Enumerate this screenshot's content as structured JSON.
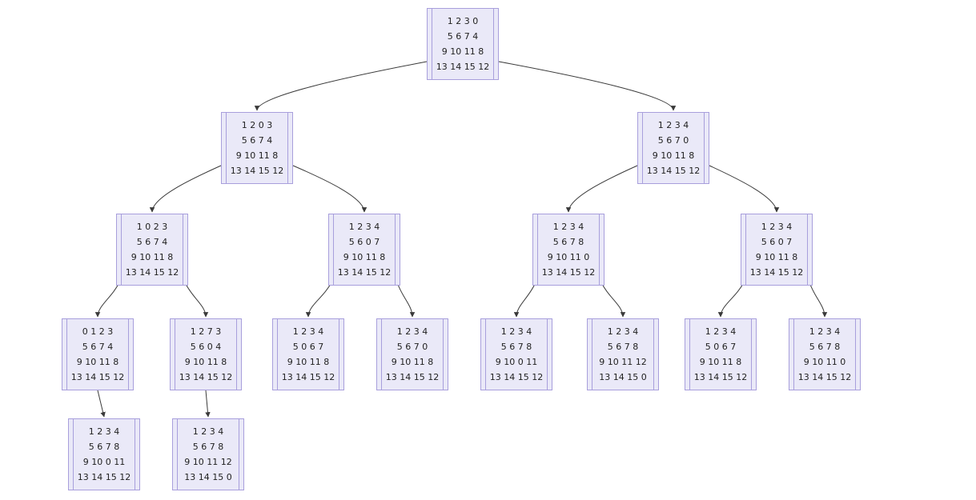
{
  "colors": {
    "background": "#ffffff",
    "node_fill": "#eae9f8",
    "node_border": "#a89fdc",
    "edge": "#3a3a3a",
    "text": "#1f1f1f"
  },
  "nodes": [
    {
      "id": "root",
      "rows": [
        "1 2 3 0",
        "5 6 7 4",
        "9 10 11 8",
        "13 14 15 12"
      ]
    },
    {
      "id": "L",
      "rows": [
        "1 2 0 3",
        "5 6 7 4",
        "9 10 11 8",
        "13 14 15 12"
      ]
    },
    {
      "id": "R",
      "rows": [
        "1 2 3 4",
        "5 6 7 0",
        "9 10 11 8",
        "13 14 15 12"
      ]
    },
    {
      "id": "LL",
      "rows": [
        "1 0 2 3",
        "5 6 7 4",
        "9 10 11 8",
        "13 14 15 12"
      ]
    },
    {
      "id": "LR",
      "rows": [
        "1 2 3 4",
        "5 6 0 7",
        "9 10 11 8",
        "13 14 15 12"
      ]
    },
    {
      "id": "RL",
      "rows": [
        "1 2 3 4",
        "5 6 7 8",
        "9 10 11 0",
        "13 14 15 12"
      ]
    },
    {
      "id": "RR",
      "rows": [
        "1 2 3 4",
        "5 6 0 7",
        "9 10 11 8",
        "13 14 15 12"
      ]
    },
    {
      "id": "LLL",
      "rows": [
        "0 1 2 3",
        "5 6 7 4",
        "9 10 11 8",
        "13 14 15 12"
      ]
    },
    {
      "id": "LLR",
      "rows": [
        "1 2 7 3",
        "5 6 0 4",
        "9 10 11 8",
        "13 14 15 12"
      ]
    },
    {
      "id": "LRL",
      "rows": [
        "1 2 3 4",
        "5 0 6 7",
        "9 10 11 8",
        "13 14 15 12"
      ]
    },
    {
      "id": "LRR",
      "rows": [
        "1 2 3 4",
        "5 6 7 0",
        "9 10 11 8",
        "13 14 15 12"
      ]
    },
    {
      "id": "RLL",
      "rows": [
        "1 2 3 4",
        "5 6 7 8",
        "9 10 0 11",
        "13 14 15 12"
      ]
    },
    {
      "id": "RLR",
      "rows": [
        "1 2 3 4",
        "5 6 7 8",
        "9 10 11 12",
        "13 14 15 0"
      ]
    },
    {
      "id": "RRL",
      "rows": [
        "1 2 3 4",
        "5 0 6 7",
        "9 10 11 8",
        "13 14 15 12"
      ]
    },
    {
      "id": "RRR",
      "rows": [
        "1 2 3 4",
        "5 6 7 8",
        "9 10 11 0",
        "13 14 15 12"
      ]
    },
    {
      "id": "LLLD",
      "rows": [
        "1 2 3 4",
        "5 6 7 8",
        "9 10 0 11",
        "13 14 15 12"
      ]
    },
    {
      "id": "LLRD",
      "rows": [
        "1 2 3 4",
        "5 6 7 8",
        "9 10 11 12",
        "13 14 15 0"
      ]
    }
  ],
  "edges": [
    [
      "root",
      "L"
    ],
    [
      "root",
      "R"
    ],
    [
      "L",
      "LL"
    ],
    [
      "L",
      "LR"
    ],
    [
      "R",
      "RL"
    ],
    [
      "R",
      "RR"
    ],
    [
      "LL",
      "LLL"
    ],
    [
      "LL",
      "LLR"
    ],
    [
      "LR",
      "LRL"
    ],
    [
      "LR",
      "LRR"
    ],
    [
      "RL",
      "RLL"
    ],
    [
      "RL",
      "RLR"
    ],
    [
      "RR",
      "RRL"
    ],
    [
      "RR",
      "RRR"
    ],
    [
      "LLL",
      "LLLD"
    ],
    [
      "LLR",
      "LLRD"
    ]
  ]
}
